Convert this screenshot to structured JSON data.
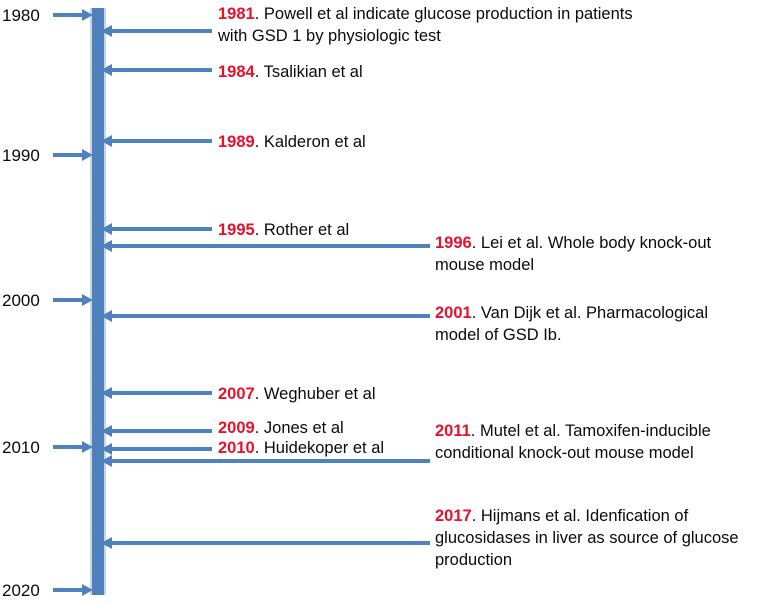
{
  "figure": {
    "type": "vertical-timeline",
    "orientation": "top-to-bottom",
    "axis_color": "#4F81BD",
    "year_color": "#E8112D",
    "text_color": "#0a0a0a",
    "background": "#ffffff",
    "axis_range": [
      "1980",
      "2020"
    ]
  },
  "decades": [
    {
      "label": "1980"
    },
    {
      "label": "1990"
    },
    {
      "label": "2000"
    },
    {
      "label": "2010"
    },
    {
      "label": "2020"
    }
  ],
  "events": [
    {
      "year": "1981",
      "sep": ". ",
      "text": "Powell et al indicate glucose production in patients with GSD 1 by physiologic test",
      "column": "left"
    },
    {
      "year": "1984",
      "sep": ". ",
      "text": "Tsalikian et al",
      "column": "left"
    },
    {
      "year": "1989",
      "sep": ". ",
      "text": "Kalderon et al",
      "column": "left"
    },
    {
      "year": "1995",
      "sep": ". ",
      "text": "Rother et al",
      "column": "left"
    },
    {
      "year": "1996",
      "sep": ". ",
      "text": "Lei et al. Whole body knock-out mouse model",
      "column": "right"
    },
    {
      "year": "2001",
      "sep": ". ",
      "text": "Van Dijk et al. Pharmacological model of GSD Ib.",
      "column": "right"
    },
    {
      "year": "2007",
      "sep": ". ",
      "text": "Weghuber et al",
      "column": "left"
    },
    {
      "year": "2009",
      "sep": ". ",
      "text": "Jones et al",
      "column": "left"
    },
    {
      "year": "2010",
      "sep": ". ",
      "text": "Huidekoper et al",
      "column": "left"
    },
    {
      "year": "2011",
      "sep": ". ",
      "text": "Mutel et al. Tamoxifen-inducible conditional knock-out mouse model",
      "column": "right"
    },
    {
      "year": "2017",
      "sep": ". ",
      "text": "Hijmans et al. Idenfication of glucosidases in liver as source of glucose production",
      "column": "right"
    }
  ]
}
